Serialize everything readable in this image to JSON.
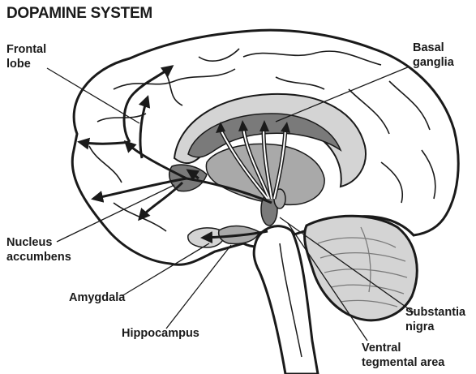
{
  "title": "DOPAMINE SYSTEM",
  "labels": {
    "frontal_lobe": [
      "Frontal",
      "lobe"
    ],
    "basal_ganglia": [
      "Basal",
      "ganglia"
    ],
    "nucleus_accumbens": [
      "Nucleus",
      "accumbens"
    ],
    "amygdala": [
      "Amygdala"
    ],
    "hippocampus": [
      "Hippocampus"
    ],
    "substantia_nigra": [
      "Substantia",
      "nigra"
    ],
    "ventral_tegmental_area": [
      "Ventral",
      "tegmental area"
    ]
  },
  "colors": {
    "ink": "#1a1a1a",
    "dark_fill": "#7a7a7a",
    "mid_fill": "#a9a9a9",
    "light_fill": "#d4d4d4",
    "white": "#ffffff"
  }
}
